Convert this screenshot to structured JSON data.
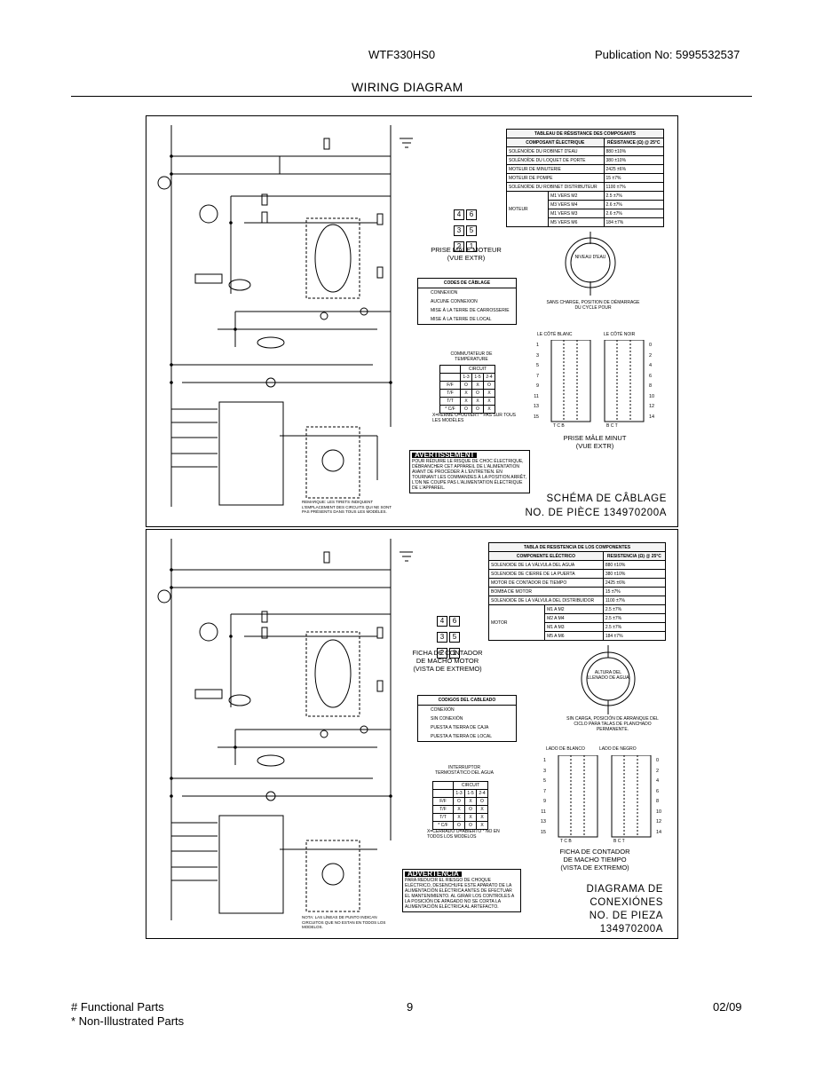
{
  "header": {
    "model": "WTF330HS0",
    "publication": "Publication No:  5995532537",
    "title": "WIRING DIAGRAM"
  },
  "footer": {
    "functional": "# Functional Parts",
    "non_illustrated": "* Non-Illustrated Parts",
    "page_number": "9",
    "date": "02/09"
  },
  "french_panel": {
    "caption_line1": "SCHÉMA DE CÂBLAGE",
    "caption_line2": "NO. DE PIÈCE 134970200A",
    "plug_label": "PRISE MÂLE MOTEUR",
    "plug_sub": "(VUE EXTR)",
    "timer_plug_label": "PRISE MÂLE MINUT",
    "timer_plug_sub": "(VUE EXTR)",
    "water_level": "NIVEAU D'EAU",
    "water_level_note": "SANS CHARGE, POSITION DE DÉMARRAGE DU CYCLE POUR",
    "white_side": "LE CÔTÉ BLANC",
    "black_side": "LE CÔTÉ NOIR",
    "warning_title": "AVERTISSEMENT",
    "warning_text": "POUR RÉDUIRE LE RISQUE DE CHOC ÉLECTRIQUE, DÉBRANCHER CET APPAREIL DE L'ALIMENTATION AVANT DE PROCÉDER À L'ENTRETIEN. EN TOURNANT LES COMMANDES À LA POSITION ARRÊT, L'ON NE COUPE PAS L'ALIMENTATION ÉLECTRIQUE DE L'APPAREIL.",
    "legend_title": "CODES DE CÂBLAGE",
    "legend_items": [
      "CONNEXION",
      "AUCUNE CONNEXION",
      "MISE À LA TERRE DE CARROSSERIE",
      "MISE À LA TERRE DE LOCAL"
    ],
    "resistance_table_title": "TABLEAU DE RÉSISTANCE DES COMPOSANTS",
    "resistance_col_component": "COMPOSANT ÉLECTRIQUE",
    "resistance_col_value": "RÉSISTANCE (Ω) @ 25°C",
    "resistance_rows": [
      [
        "SOLÉNOÏDE DU ROBINET D'EAU",
        "880 ±10%"
      ],
      [
        "SOLÉNOÏDE DU LOQUET DE PORTE",
        "380 ±10%"
      ],
      [
        "MOTEUR DE MINUTERIE",
        "2425 ±6%"
      ],
      [
        "MOTEUR DE POMPE",
        "15 ±7%"
      ],
      [
        "SOLÉNOÏDE DU ROBINET DISTRIBUTEUR",
        "1100 ±7%"
      ]
    ],
    "motor_label": "MOTEUR",
    "motor_rows": [
      [
        "M1 VERS M2",
        "2.5 ±7%"
      ],
      [
        "M3 VERS M4",
        "2.6 ±7%"
      ],
      [
        "M1 VERS M3",
        "2.6 ±7%"
      ],
      [
        "M5 VERS M6",
        "184 ±7%"
      ]
    ],
    "switch_table_title": "COMMUTATEUR DE TEMPÉRATURE",
    "switch_note": "X=FERMÉ  O=OUVERT  * PAS SUR TOUS LES MODÈLES",
    "note": "REMARQUE: LES TIRETS INDIQUENT L'EMPLACEMENT DES CIRCUITS QUI NE SONT PAS PRÉSENTS DANS TOUS LES MODÈLES."
  },
  "spanish_panel": {
    "caption_line1": "DIAGRAMA DE",
    "caption_line2": "CONEXIÓNES",
    "caption_line3": "NO. DE PIEZA",
    "caption_line4": "134970200A",
    "plug_label": "FICHA DE CONTADOR",
    "plug_sub1": "DE MACHO MOTOR",
    "plug_sub2": "(VISTA DE EXTREMO)",
    "timer_plug_label": "FICHA DE CONTADOR",
    "timer_plug_sub1": "DE MACHO TIEMPO",
    "timer_plug_sub2": "(VISTA DE EXTREMO)",
    "water_level": "ALTURA DEL LLENADO DE AGUA",
    "water_level_note": "SIN CARGA, POSICIÓN DE ARRANQUE DEL CICLO PARA TALAS DE PLANCHADO PERMANENTE.",
    "white_side": "LADO DE BLANCO",
    "black_side": "LADO DE NEGRO",
    "warning_title": "ADVERTENCIA",
    "warning_text": "PARA REDUCIR EL RIESGO DE CHOQUE ELÉCTRICO, DESENCHUFE ESTE APARATO DE LA ALIMENTACIÓN ELÉCTRICA ANTES DE EFECTUAR EL MANTENIMIENTO. AL GIRAR LOS CONTROLES A LA POSICIÓN DE APAGADO NO SE CORTA LA ALIMENTACIÓN ELÉCTRICA AL ARTEFACTO.",
    "legend_title": "CODIGOS DEL CABLEADO",
    "legend_items": [
      "CONEXIÓN",
      "SIN CONEXIÓN",
      "PUESTA A TIERRA DE CAJA",
      "PUESTA A TIERRA DE LOCAL"
    ],
    "resistance_table_title": "TABLA DE RESISTENCIA DE LOS COMPONENTES",
    "resistance_col_component": "COMPONENTE ELÉCTRICO",
    "resistance_col_value": "RESISTENCIA (Ω) @ 25°C",
    "resistance_rows": [
      [
        "SOLENOIDE DE LA VÁLVULA DEL AGUA",
        "880 ±10%"
      ],
      [
        "SOLENOIDE DE CIERRE DE LA PUERTA",
        "380 ±10%"
      ],
      [
        "MOTOR DE CONTADOR DE TIEMPO",
        "2425 ±6%"
      ],
      [
        "BOMBA DE MOTOR",
        "15 ±7%"
      ],
      [
        "SOLENOIDE DE LA VÁLVULA DEL DISTRIBUIDOR",
        "1100 ±7%"
      ]
    ],
    "motor_label": "MOTOR",
    "motor_rows": [
      [
        "M1 A M2",
        "2.5 ±7%"
      ],
      [
        "M2 A M4",
        "2.5 ±7%"
      ],
      [
        "M1 A M3",
        "2.5 ±7%"
      ],
      [
        "M5 A M6",
        "184 ±7%"
      ]
    ],
    "switch_table_title": "INTERRUPTOR TERMOSTÁTICO DEL AGUA",
    "switch_note": "X=CERRADO  O=ABIERTO  * NO EN TODOS LOS MODELOS",
    "note": "NOTA: LAS LÍNEAS DE PUNTO INDICAN CIRCUITOS QUE NO ESTAN EN TODOS LOS MODELOS."
  },
  "switch_table": {
    "circuit_header": "CIRCUIT",
    "cols": [
      "1-3",
      "1-5",
      "2-4"
    ],
    "rows": [
      [
        "F/F",
        "O",
        "X",
        "O"
      ],
      [
        "T/F",
        "X",
        "O",
        "X"
      ],
      [
        "T/T",
        "X",
        "X",
        "X"
      ],
      [
        "* C/F",
        "O",
        "O",
        "X"
      ]
    ]
  },
  "motor_plug_cells": [
    "4",
    "6",
    "3",
    "5",
    "2",
    "1"
  ],
  "timer_plug": {
    "left_numbers": [
      "1",
      "3",
      "5",
      "7",
      "9",
      "11",
      "13",
      "15"
    ],
    "right_numbers": [
      "0",
      "2",
      "4",
      "6",
      "8",
      "10",
      "12",
      "14"
    ],
    "bottom_left": "T C B",
    "bottom_right": "B C T"
  }
}
